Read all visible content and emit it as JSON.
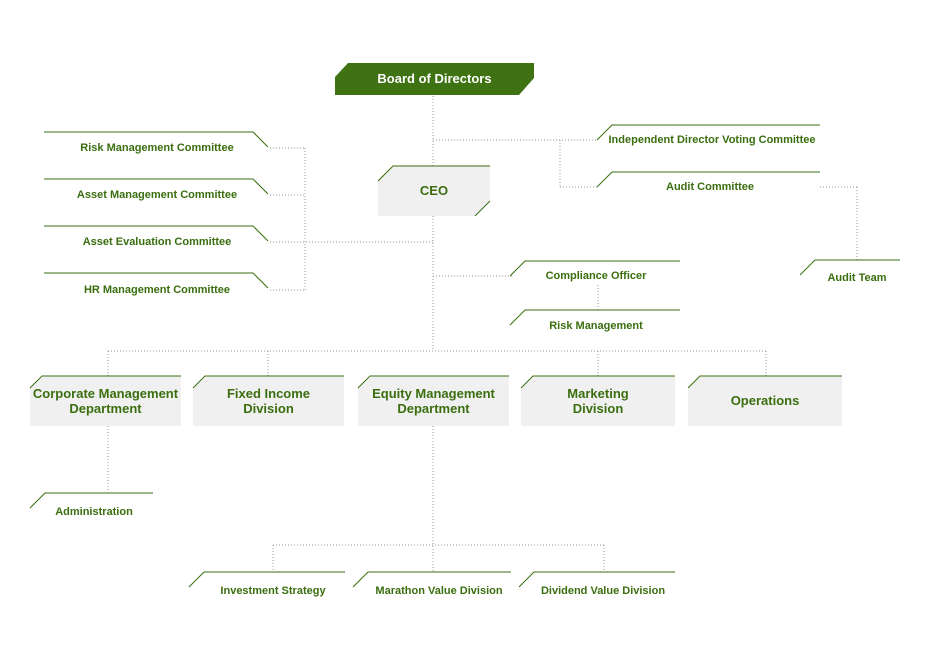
{
  "board": "Board of Directors",
  "ceo": "CEO",
  "committees": [
    "Risk Management Committee",
    "Asset Management Committee",
    "Asset Evaluation Committee",
    "HR Management Committee"
  ],
  "independent_committee": "Independent Director Voting Committee",
  "audit_committee": "Audit Committee",
  "audit_team": "Audit Team",
  "compliance_officer": "Compliance Officer",
  "risk_management": "Risk Management",
  "departments": [
    "Corporate Management Department",
    "Fixed Income Division",
    "Equity Management Department",
    "Marketing Division",
    "Operations"
  ],
  "administration": "Administration",
  "equity_units": [
    "Investment Strategy",
    "Marathon Value Division",
    "Dividend Value Division"
  ],
  "colors": {
    "board_fill": "#3f7212",
    "accent": "#3a6e0f",
    "box_fill": "#f0f0f0",
    "connector": "#999999"
  }
}
